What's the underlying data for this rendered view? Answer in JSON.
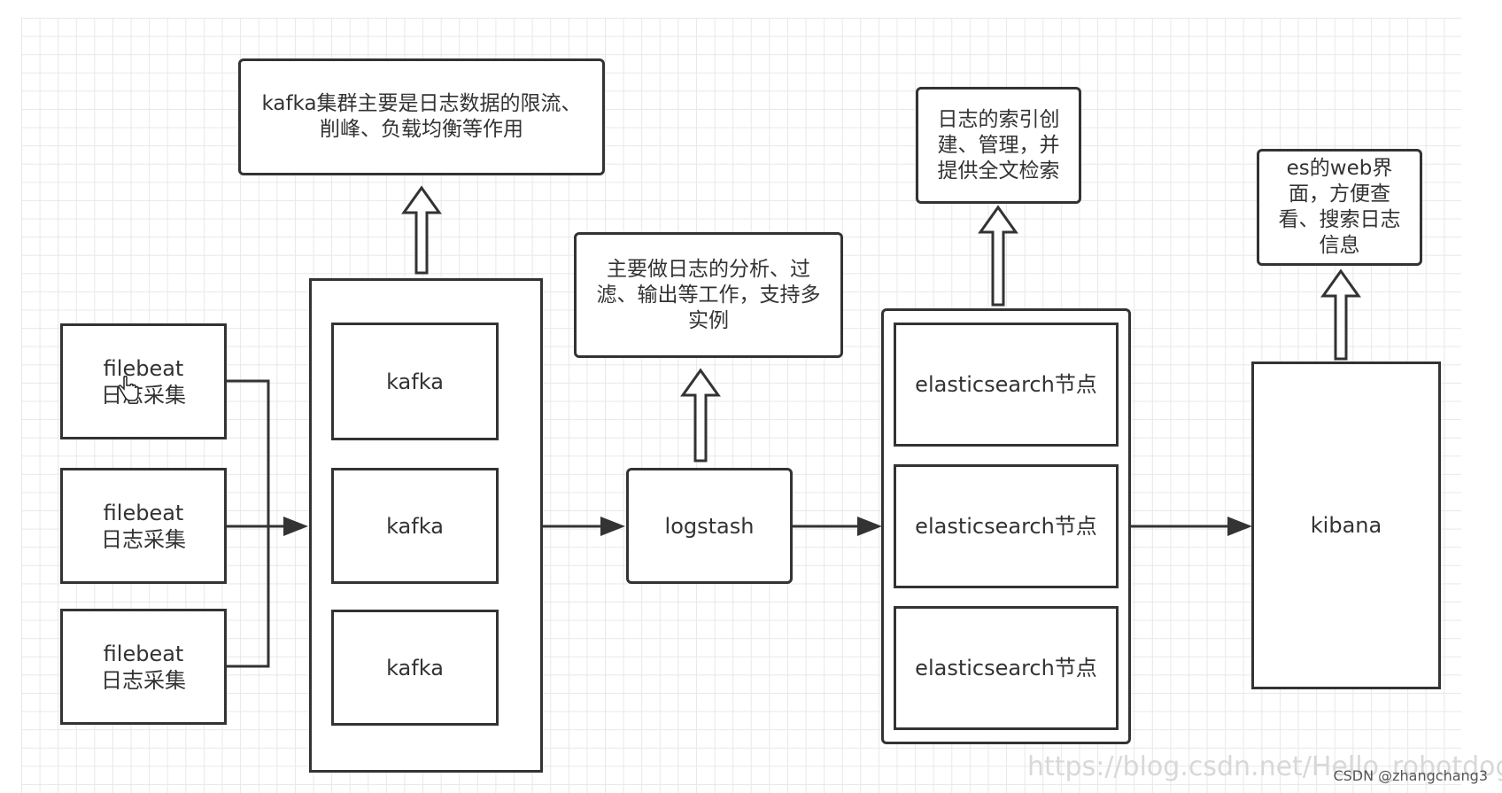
{
  "filebeat_nodes": [
    {
      "label": "filebeat\n日志采集"
    },
    {
      "label": "filebeat\n日志采集"
    },
    {
      "label": "filebeat\n日志采集"
    }
  ],
  "kafka_nodes": [
    {
      "label": "kafka"
    },
    {
      "label": "kafka"
    },
    {
      "label": "kafka"
    }
  ],
  "kafka_note": "kafka集群主要是日志数据的限流、\n削峰、负载均衡等作用",
  "logstash": {
    "label": "logstash"
  },
  "logstash_note": "主要做日志的分析、过\n滤、输出等工作，支持多\n实例",
  "es_nodes": [
    {
      "label": "elasticsearch节点"
    },
    {
      "label": "elasticsearch节点"
    },
    {
      "label": "elasticsearch节点"
    }
  ],
  "es_note": "日志的索引创\n建、管理，并\n提供全文检索",
  "kibana": {
    "label": "kibana"
  },
  "kibana_note": "es的web界\n面，方便查\n看、搜索日志\n信息",
  "watermark": "https://blog.csdn.net/Hello_robotdog",
  "credit": "CSDN @zhangchang3",
  "colors": {
    "stroke": "#333333",
    "grid": "#e8e8e8",
    "text": "#333333"
  },
  "icons": [
    "hand-pointer-icon"
  ]
}
